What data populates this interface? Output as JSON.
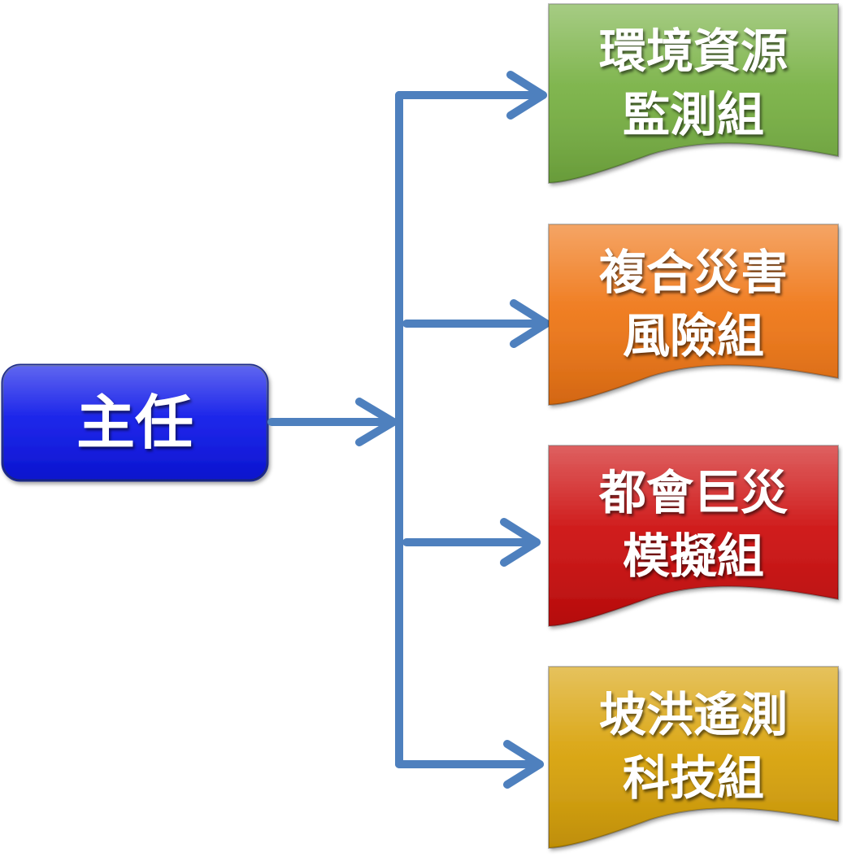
{
  "root": {
    "label": "主任",
    "color": "#0a14e8"
  },
  "connector_color": "#4e80be",
  "groups": [
    {
      "line1": "環境資源",
      "line2": "監測組",
      "color": "#76b041"
    },
    {
      "line1": "複合災害",
      "line2": "風險組",
      "color": "#ef7412"
    },
    {
      "line1": "都會巨災",
      "line2": "模擬組",
      "color": "#cc0b0b"
    },
    {
      "line1": "坡洪遙測",
      "line2": "科技組",
      "color": "#d8a106"
    }
  ]
}
